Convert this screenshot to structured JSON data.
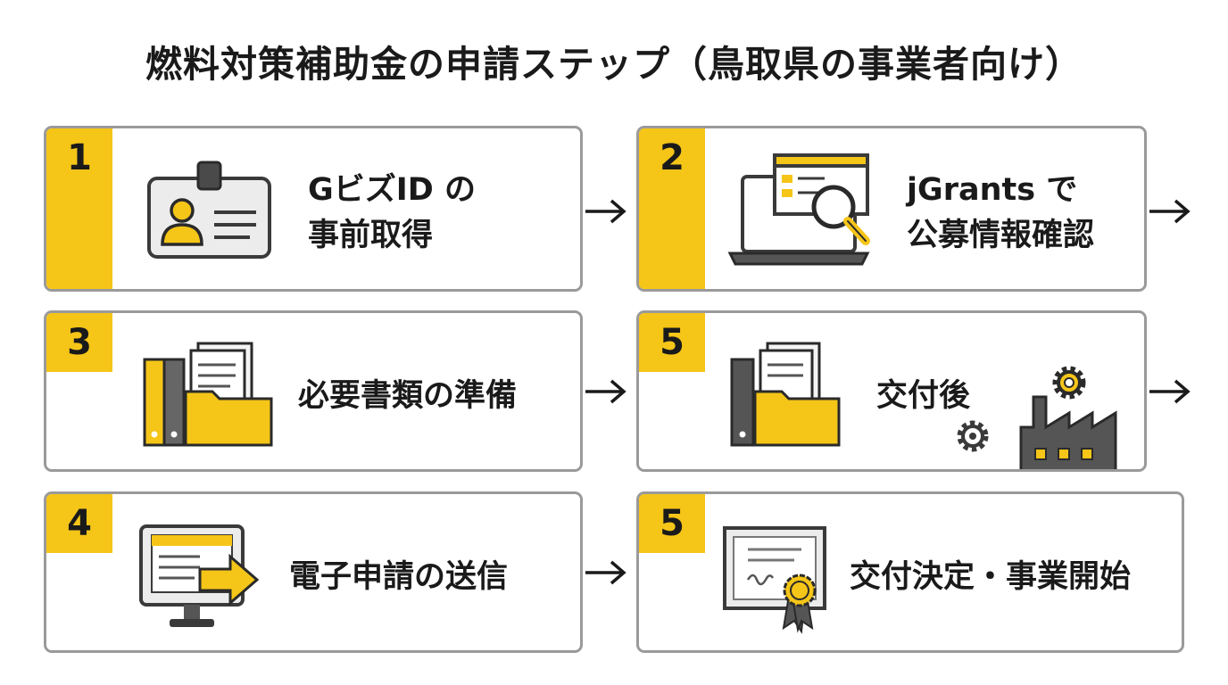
{
  "title": "燃料対策補助金の申請ステップ（鳥取県の事業者向け）",
  "steps": [
    {
      "number": "1",
      "line1": "GビズID の",
      "line2": "事前取得"
    },
    {
      "number": "2",
      "line1": "jGrants で",
      "line2": "公募情報確認"
    },
    {
      "number": "3",
      "line1": "必要書類の準備"
    },
    {
      "number": "5",
      "line1": "交付後"
    },
    {
      "number": "4",
      "line1": "電子申請の送信"
    },
    {
      "number": "5",
      "line1": "交付決定・事業開始"
    }
  ],
  "icons": {
    "step1": "id-card-icon",
    "step2": "laptop-search-icon",
    "step3": "binders-folder-icon",
    "step4": "folder-factory-gears-icon",
    "step5": "monitor-send-icon",
    "step6": "certificate-icon"
  },
  "colors": {
    "accent": "#f5c518",
    "border": "#9a9a9a",
    "icon_dark": "#3a3a3a"
  }
}
